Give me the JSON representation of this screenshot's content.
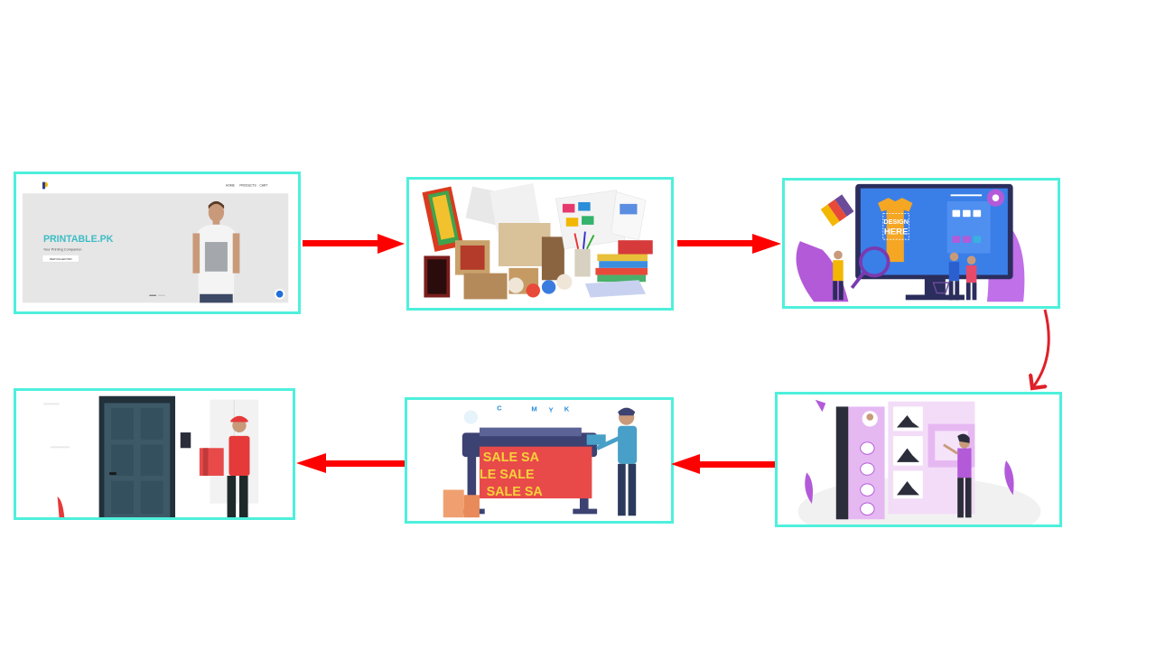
{
  "step1_website": {
    "nav": [
      "HOME",
      "PRODUCTS",
      "CART"
    ],
    "brand": "PRINTABLE.PK",
    "tagline": "Your Printing Companion",
    "cta": "VIEW COLLECTION"
  },
  "step3_design": {
    "shirt_text_line1": "DESIGN",
    "shirt_text_line2": "HERE"
  },
  "step5_printing": {
    "cmyk": [
      "C",
      "M",
      "Y",
      "K"
    ],
    "banner_row1": "SALE SA",
    "banner_row2": "LE SALE",
    "banner_row3": "SALE SA"
  },
  "colors": {
    "frame_border": "#4ef0dc",
    "arrow": "#ff0000",
    "curved_arrow": "#e0202a"
  }
}
